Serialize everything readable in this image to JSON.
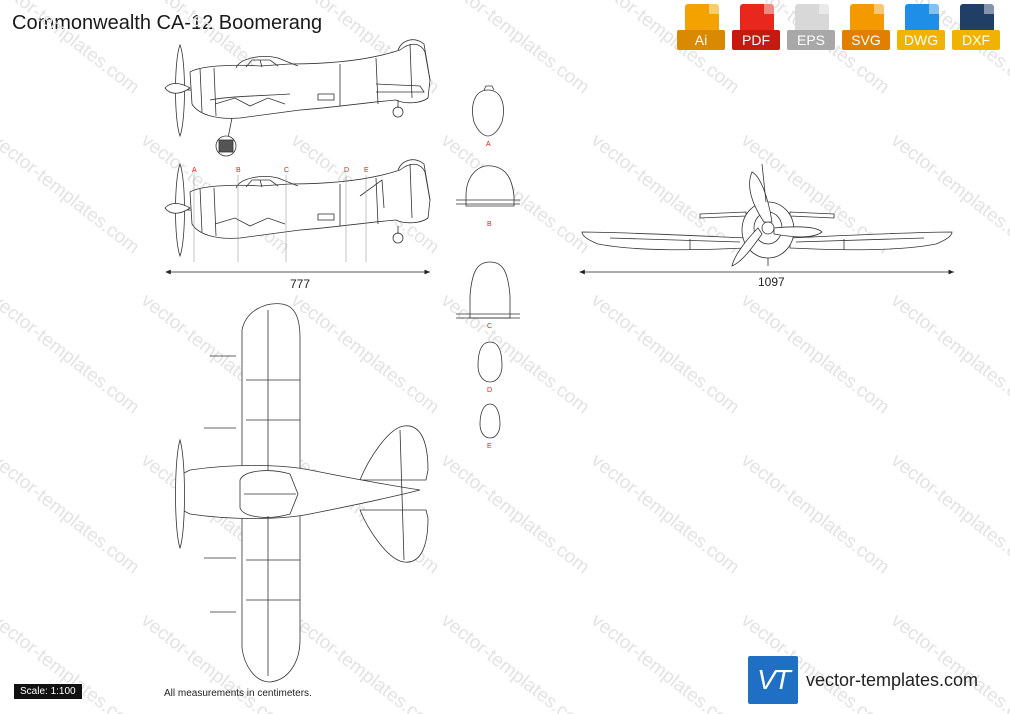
{
  "title": "Commonwealth CA-12 Boomerang",
  "formats": [
    {
      "label": "Ai",
      "icon": "ai-file-icon",
      "color": "#f3a200"
    },
    {
      "label": "PDF",
      "icon": "pdf-file-icon",
      "color": "#e8281d"
    },
    {
      "label": "EPS",
      "icon": "eps-file-icon",
      "color": "#d8d8d8"
    },
    {
      "label": "SVG",
      "icon": "svg-file-icon",
      "color": "#f39a00"
    },
    {
      "label": "DWG",
      "icon": "dwg-file-icon",
      "color": "#1f8ee6"
    },
    {
      "label": "DXF",
      "icon": "dxf-file-icon",
      "color": "#1f3f66"
    }
  ],
  "watermark": "vector-templates.com",
  "dimensions": {
    "length": "777",
    "wingspan": "1097"
  },
  "sections": [
    "A",
    "B",
    "C",
    "D",
    "E"
  ],
  "scale": "Scale: 1:100",
  "note": "All measurements in centimeters.",
  "brand": {
    "logo": "VT",
    "name": "vector-templates.com",
    "color": "#1f6fc4"
  }
}
